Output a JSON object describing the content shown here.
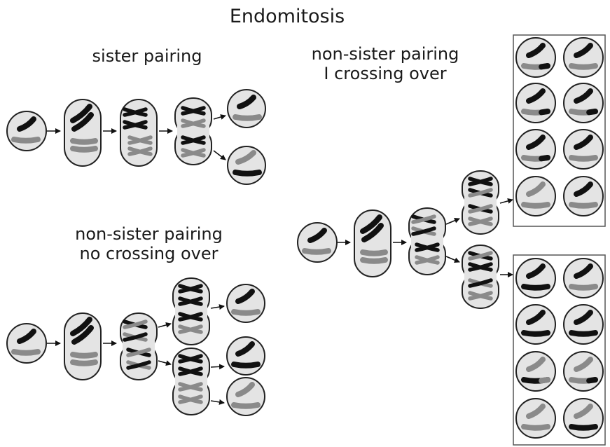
{
  "title": "Endomitosis",
  "panels": {
    "sister_pairing": {
      "label": "sister pairing"
    },
    "non_sister_crossing_over": {
      "label_line1": "non-sister pairing",
      "label_line2": "I crossing over"
    },
    "non_sister_no_crossing_over": {
      "label_line1": "non-sister pairing",
      "label_line2": "no crossing over"
    }
  },
  "colors": {
    "cell_fill": "#e4e4e4",
    "outline": "#222222",
    "chromosome_black": "#111111",
    "chromosome_gray": "#8a8a8a",
    "box_border": "#555555",
    "text": "#1a1a1a"
  },
  "icons": [
    "cell-icon",
    "chromosome-icon",
    "bivalent-icon",
    "arrow-icon"
  ]
}
